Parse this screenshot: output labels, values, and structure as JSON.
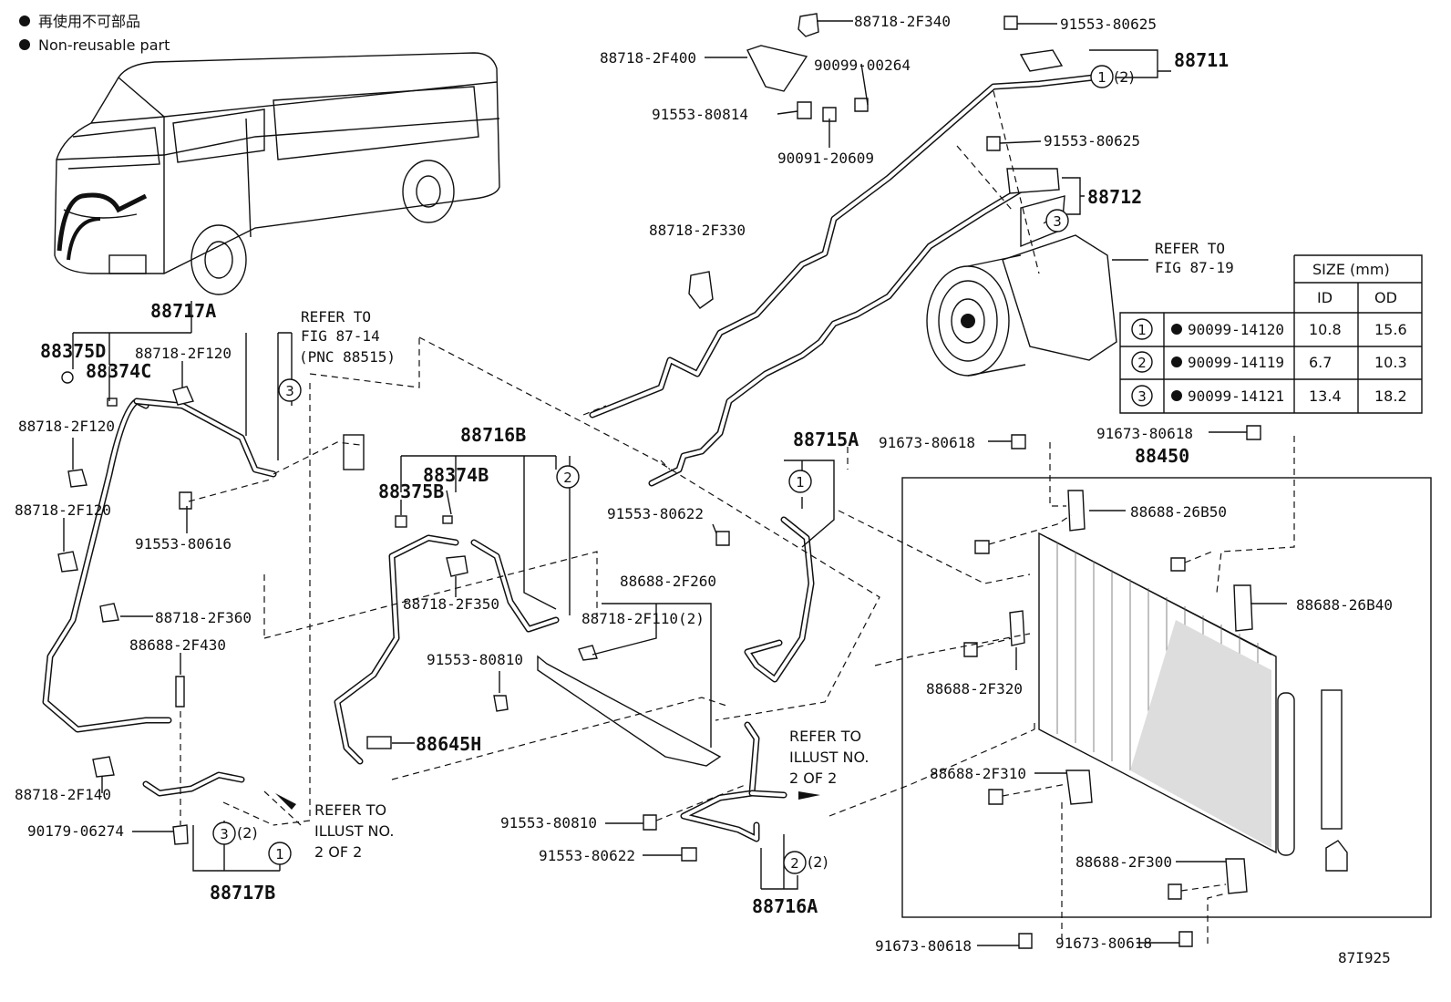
{
  "legend": {
    "line1": "再使用不可部品",
    "line2": "Non-reusable part"
  },
  "labels": {
    "p88718_2F340": "88718-2F340",
    "p91553_80625_a": "91553-80625",
    "p88718_2F400": "88718-2F400",
    "p90099_00264": "90099-00264",
    "p88711": "88711",
    "p91553_80814": "91553-80814",
    "p90091_20609": "90091-20609",
    "p91553_80625_b": "91553-80625",
    "p88712": "88712",
    "p88718_2F330": "88718-2F330",
    "p88717A": "88717A",
    "p88375D": "88375D",
    "p88374C": "88374C",
    "p88718_2F120_a": "88718-2F120",
    "p88718_2F120_b": "88718-2F120",
    "p88718_2F120_c": "88718-2F120",
    "p91553_80616": "91553-80616",
    "p88718_2F360": "88718-2F360",
    "p88688_2F430": "88688-2F430",
    "p88718_2F140": "88718-2F140",
    "p90179_06274": "90179-06274",
    "p88717B": "88717B",
    "p88716B": "88716B",
    "p88374B": "88374B",
    "p88375B": "88375B",
    "p88718_2F350": "88718-2F350",
    "p91553_80810_a": "91553-80810",
    "p88645H": "88645H",
    "p88688_2F260": "88688-2F260",
    "p88718_2F110": "88718-2F110(2)",
    "p91553_80622_a": "91553-80622",
    "p88715A": "88715A",
    "p91553_80810_b": "91553-80810",
    "p91553_80622_b": "91553-80622",
    "p88716A": "88716A",
    "p91673_80618_a": "91673-80618",
    "p91673_80618_b": "91673-80618",
    "p88450": "88450",
    "p88688_26B50": "88688-26B50",
    "p88688_26B40": "88688-26B40",
    "p88688_2F320": "88688-2F320",
    "p88688_2F310": "88688-2F310",
    "p88688_2F300": "88688-2F300",
    "p91673_80618_c": "91673-80618",
    "p91673_80618_d": "91673-80618",
    "fig_id": "87I925"
  },
  "refs": {
    "ref_fig_87_19_l1": "REFER TO",
    "ref_fig_87_19_l2": "FIG 87-19",
    "ref_fig_87_14_l1": "REFER TO",
    "ref_fig_87_14_l2": "FIG 87-14",
    "ref_fig_87_14_l3": "(PNC 88515)",
    "ref_illust_a_l1": "REFER TO",
    "ref_illust_a_l2": "ILLUST NO.",
    "ref_illust_a_l3": "2 OF 2",
    "ref_illust_b_l1": "REFER TO",
    "ref_illust_b_l2": "ILLUST NO.",
    "ref_illust_b_l3": "2 OF 2"
  },
  "callouts": {
    "c1": "1",
    "c2": "2",
    "c3": "3",
    "qty2": "(2)"
  },
  "size_table": {
    "header": "SIZE (mm)",
    "col_id": "ID",
    "col_od": "OD",
    "rows": [
      {
        "key": "1",
        "part": "90099-14120",
        "id": "10.8",
        "od": "15.6"
      },
      {
        "key": "2",
        "part": "90099-14119",
        "id": "6.7",
        "od": "10.3"
      },
      {
        "key": "3",
        "part": "90099-14121",
        "id": "13.4",
        "od": "18.2"
      }
    ]
  }
}
